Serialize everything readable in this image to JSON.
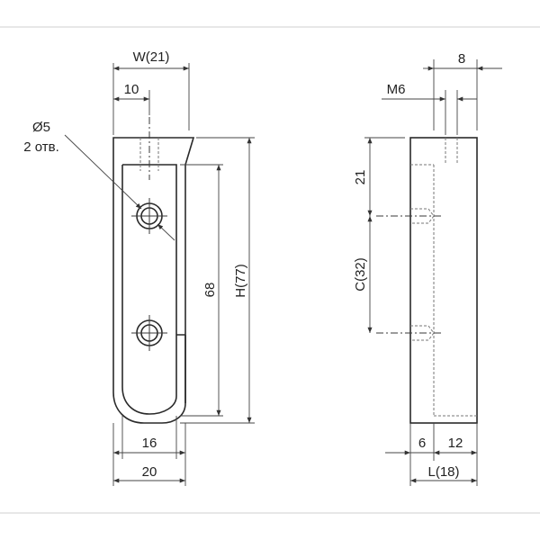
{
  "labels": {
    "width_top": "W(21)",
    "ten": "10",
    "hole_diam": "Ø5",
    "hole_count": "2 отв.",
    "sixty_eight": "68",
    "height": "H(77)",
    "sixteen": "16",
    "twenty": "20",
    "eight": "8",
    "m6": "M6",
    "twenty_one": "21",
    "c32": "C(32)",
    "six": "6",
    "twelve": "12",
    "length": "L(18)"
  },
  "colors": {
    "line": "#2a2a2a",
    "frame": "#cfcfcf"
  }
}
